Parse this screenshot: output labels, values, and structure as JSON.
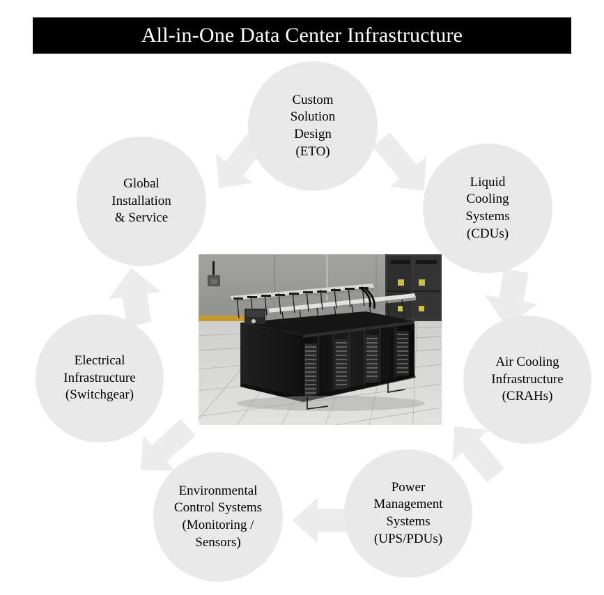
{
  "title": {
    "text": "All-in-One Data Center Infrastructure",
    "banner_color": "#000000",
    "text_color": "#ffffff"
  },
  "diagram": {
    "type": "cycle",
    "direction": "clockwise",
    "circle_fill": "#e9e9e9",
    "arrow_fill": "#ececec",
    "node_count": 7,
    "nodes": [
      {
        "id": "custom-solution-design",
        "label": "Custom\nSolution\nDesign\n(ETO)",
        "position": "top"
      },
      {
        "id": "liquid-cooling-systems",
        "label": "Liquid\nCooling\nSystems\n(CDUs)",
        "position": "top-right"
      },
      {
        "id": "air-cooling-infrastructure",
        "label": "Air Cooling\nInfrastructure\n(CRAHs)",
        "position": "right"
      },
      {
        "id": "power-management-systems",
        "label": "Power\nManagement\nSystems\n(UPS/PDUs)",
        "position": "bottom-right"
      },
      {
        "id": "environmental-control-systems",
        "label": "Environmental\nControl Systems\n(Monitoring  /\nSensors)",
        "position": "bottom-left"
      },
      {
        "id": "electrical-infrastructure",
        "label": "Electrical\nInfrastructure\n(Switchgear)",
        "position": "left"
      },
      {
        "id": "global-installation-service",
        "label": "Global\nInstallation\n& Service",
        "position": "top-left"
      }
    ],
    "arrows": [
      {
        "id": "arrow-design-to-liquid",
        "direction": "down-right"
      },
      {
        "id": "arrow-liquid-to-air",
        "direction": "down"
      },
      {
        "id": "arrow-air-to-power",
        "direction": "down-left"
      },
      {
        "id": "arrow-power-to-environmental",
        "direction": "left"
      },
      {
        "id": "arrow-environmental-to-electrical",
        "direction": "up-left"
      },
      {
        "id": "arrow-electrical-to-global",
        "direction": "up"
      },
      {
        "id": "arrow-global-to-design",
        "direction": "up-left"
      }
    ]
  },
  "center_image": {
    "alt": "Data center server racks on raised white floor tiles with overhead cable trays",
    "wall_color": "#9a9a98",
    "floor_color": "#d5d5d3",
    "rack_color": "#141414",
    "accent_stripe_color": "#c79a28"
  }
}
